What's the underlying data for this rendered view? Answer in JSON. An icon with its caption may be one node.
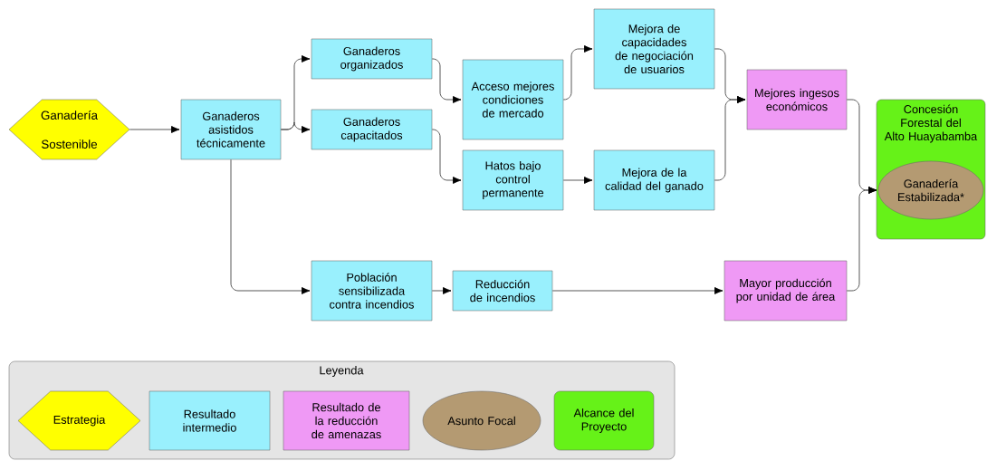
{
  "diagram": {
    "nodes": [
      {
        "text": [
          "Ganadería Sostenible"
        ]
      },
      {
        "text": [
          "Ganaderos asistidos técnicamente"
        ]
      },
      {
        "text": [
          "Ganaderos organizados"
        ]
      },
      {
        "text": [
          "Ganaderos capacitados"
        ]
      },
      {
        "text": [
          "Acceso mejores condiciones de mercado"
        ]
      },
      {
        "text": [
          "Hatos bajo control permanente"
        ]
      },
      {
        "text": [
          "Mejora de capacidades de negociación de usuarios"
        ]
      },
      {
        "text": [
          "Mejora de la calidad del ganado"
        ]
      },
      {
        "text": [
          "Población sensibilizada contra incendios"
        ]
      },
      {
        "text": [
          "Reducción de incendios"
        ]
      },
      {
        "text": [
          "Mejores ingesos económicos"
        ]
      },
      {
        "text": [
          "Mayor producción por unidad de área"
        ]
      },
      {
        "text": [
          "Concesión Forestal del Alto Huayabamba"
        ]
      },
      {
        "text": [
          "Ganadería Estabilizada*"
        ],
        "in": 12
      }
    ],
    "edges": [
      {
        "from": 0,
        "to": 1,
        "arrow": "to"
      },
      {
        "from": 1,
        "to": 2,
        "arrow": "to"
      },
      {
        "from": 1,
        "to": 3,
        "arrow": "to"
      },
      {
        "from": 1,
        "to": 8,
        "arrow": "to"
      },
      {
        "from": 2,
        "to": 4,
        "arrow": "to"
      },
      {
        "from": 3,
        "to": 5,
        "arrow": "to"
      },
      {
        "from": 4,
        "to": 6,
        "arrow": "to"
      },
      {
        "from": 5,
        "to": 7,
        "arrow": "to"
      },
      {
        "from": 6,
        "to": 10,
        "arrow": "to"
      },
      {
        "from": 7,
        "to": 10,
        "arrow": "to"
      },
      {
        "from": 8,
        "to": 9,
        "arrow": "to"
      },
      {
        "from": 9,
        "to": 11,
        "arrow": "to"
      },
      {
        "from": 10,
        "to": 13,
        "arrow": "to"
      },
      {
        "from": 11,
        "to": 13,
        "arrow": "to"
      }
    ],
    "labels": [
      "Leyenda"
    ],
    "legend": [
      {
        "text": "Estrategia",
        "color": "#ffff00"
      },
      {
        "text": "Resultado intermedio",
        "color": "#99f0fd"
      },
      {
        "text": "Resultado de la reducción de amenazas",
        "color": "#ef99f5"
      },
      {
        "text": "Asunto Focal",
        "color": "#b49a72"
      },
      {
        "text": "Alcance del Proyecto",
        "color": "#66f218"
      }
    ]
  }
}
